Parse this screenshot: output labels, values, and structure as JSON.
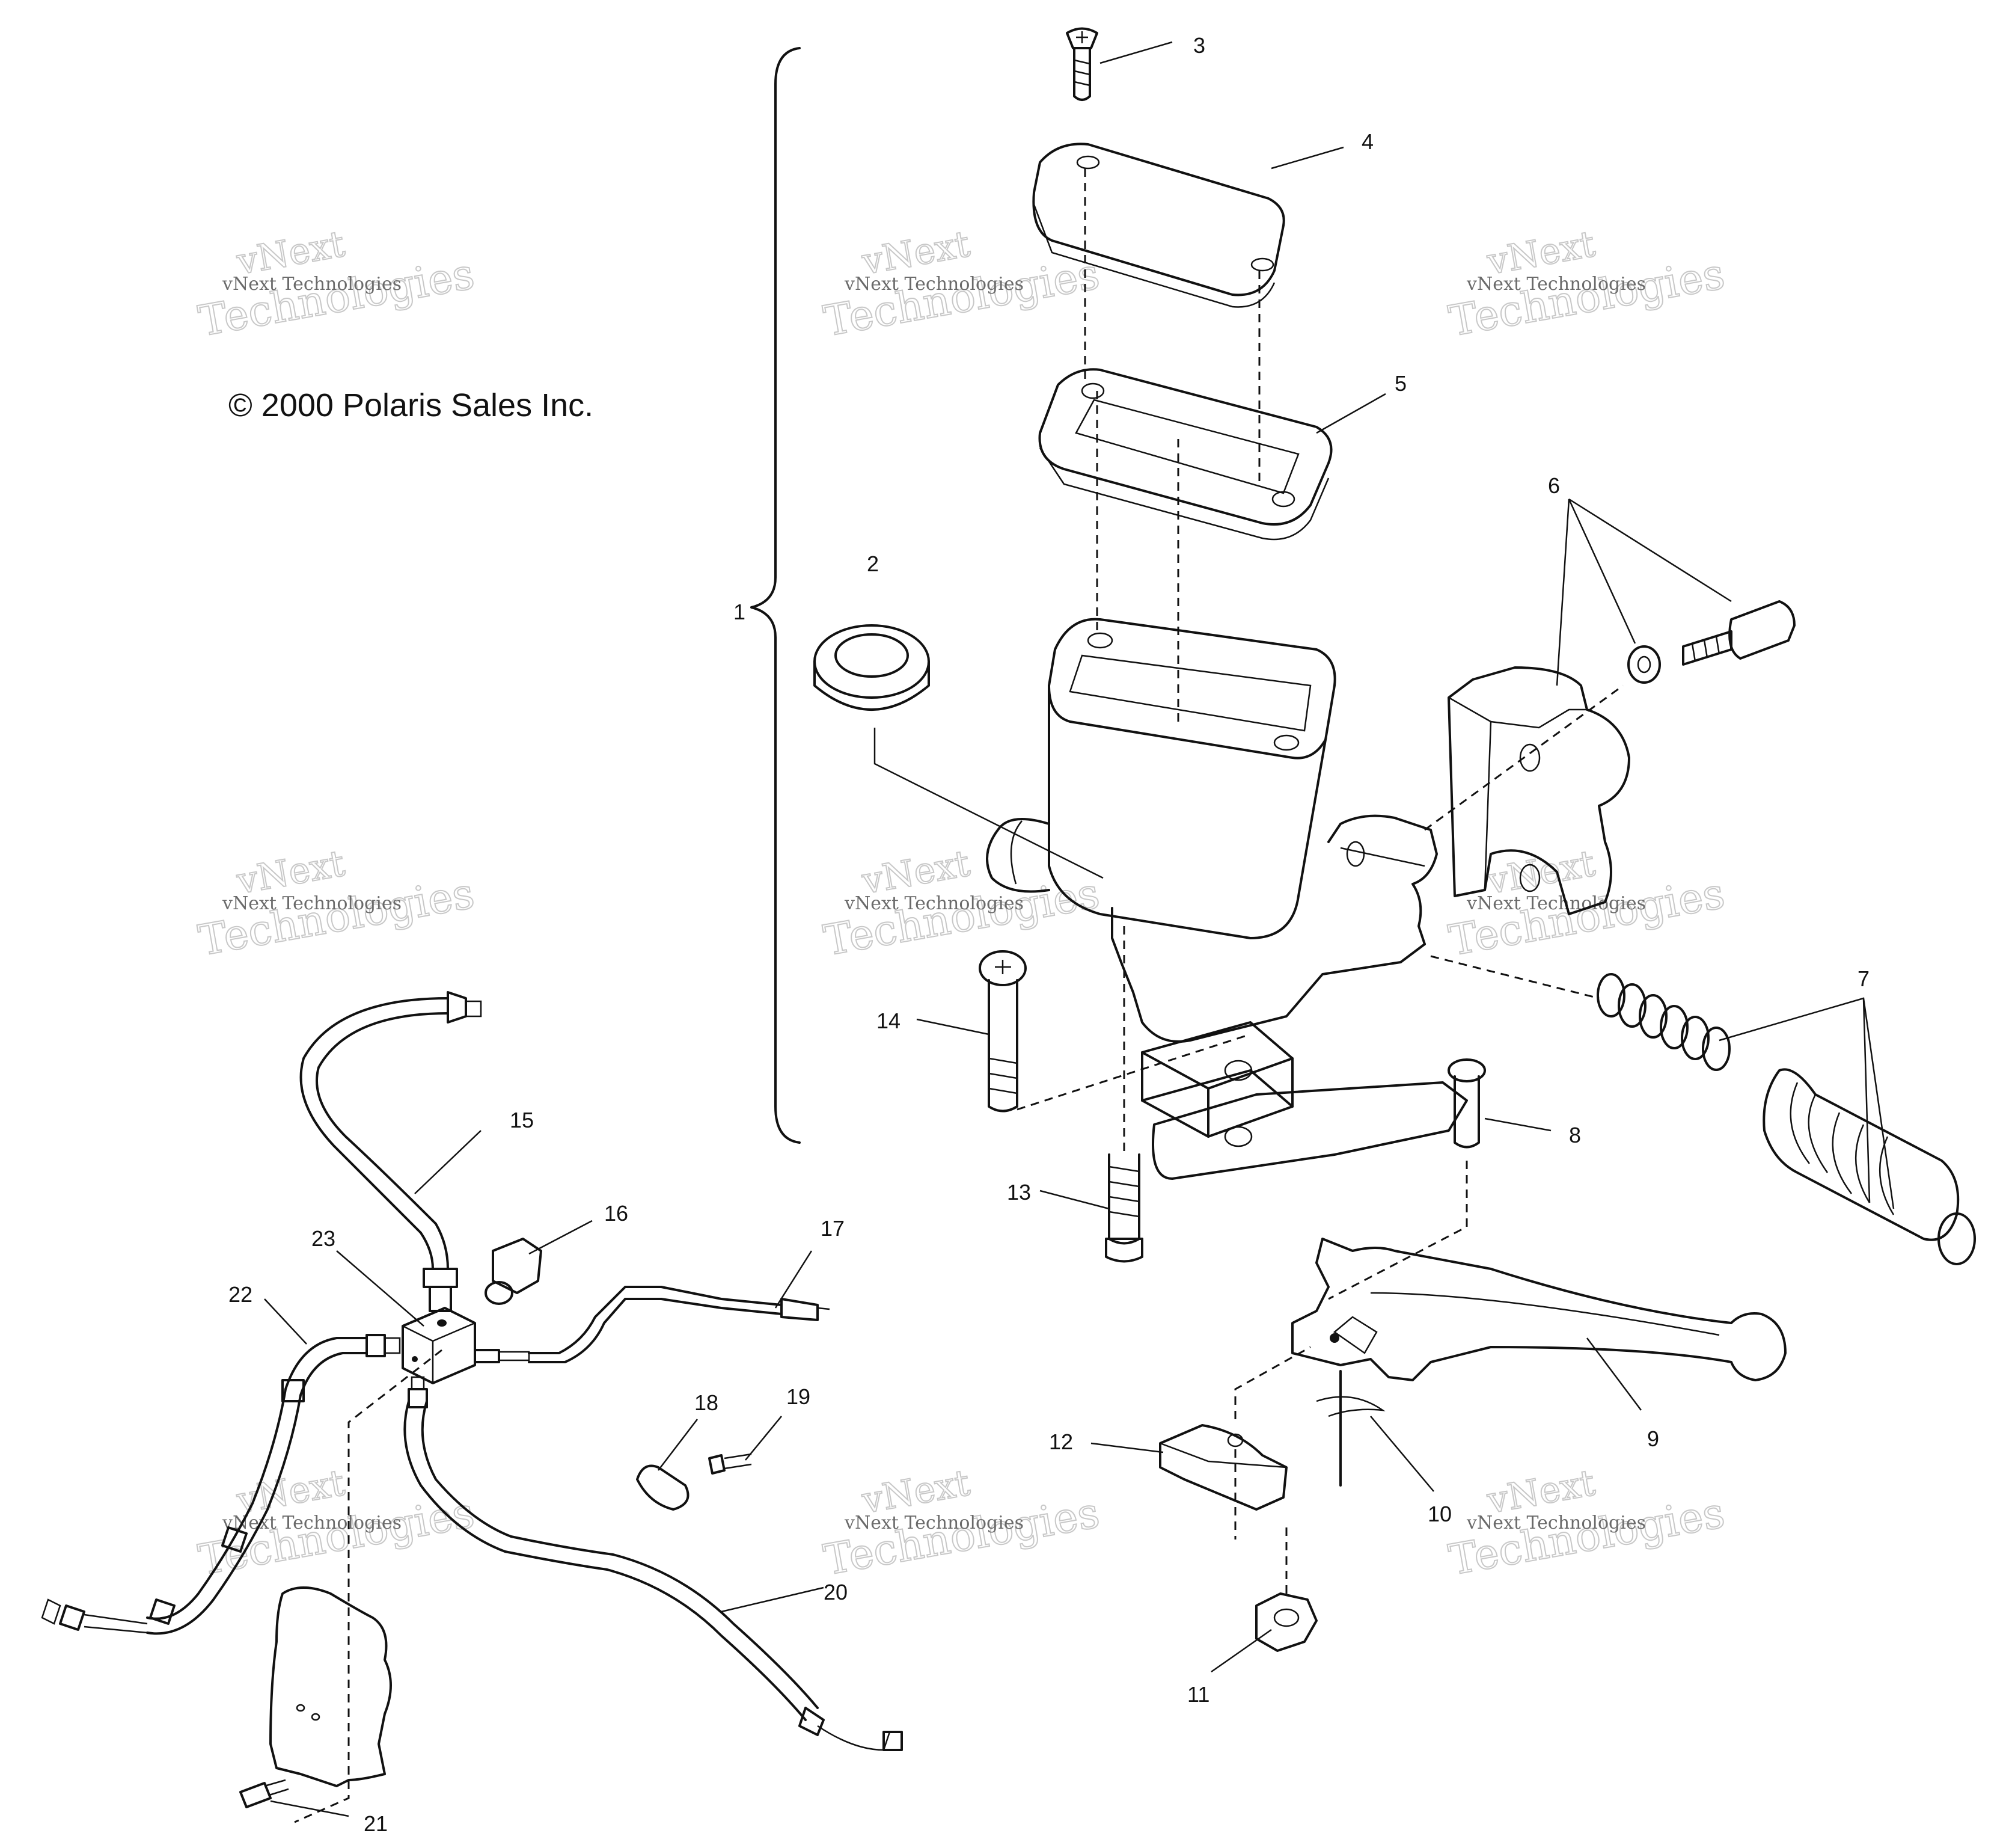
{
  "copyright": "© 2000 Polaris Sales Inc.",
  "watermark": {
    "title": "vNext",
    "line": "vNext Technologies",
    "big": "Technologies"
  },
  "callouts": [
    "1",
    "2",
    "3",
    "4",
    "5",
    "6",
    "7",
    "8",
    "9",
    "10",
    "11",
    "12",
    "13",
    "14",
    "15",
    "16",
    "17",
    "18",
    "19",
    "20",
    "21",
    "22",
    "23"
  ]
}
